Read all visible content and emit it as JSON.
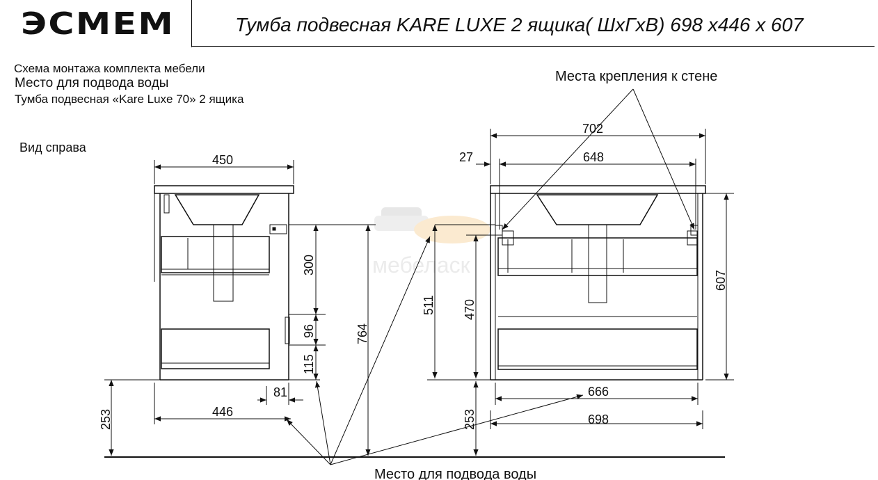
{
  "header": {
    "logo": "ЭСМЕМ",
    "title": "Тумба подвесная KARE LUXE 2 ящика( ШхГхВ) 698 х446 х 607"
  },
  "description": {
    "line1": "Схема монтажа комплекта мебели",
    "line2": "Место для подвода воды",
    "line3": "Тумба подвесная «Kare Luxe 70» 2 ящика"
  },
  "side_view": {
    "label": "Вид справа",
    "dims": {
      "width_top": "450",
      "h300": "300",
      "h96": "96",
      "h115": "115",
      "h764": "764",
      "w81": "81",
      "width_bottom": "446",
      "floor_left": "253"
    }
  },
  "front_view": {
    "dims": {
      "w702": "702",
      "w27": "27",
      "w648": "648",
      "h511": "511",
      "h470": "470",
      "h607": "607",
      "w666": "666",
      "w698": "698",
      "floor_front": "253"
    }
  },
  "callouts": {
    "wall_mount": "Места крепления к стене",
    "water_supply": "Место для подвода воды"
  },
  "watermark": "мебеласк"
}
